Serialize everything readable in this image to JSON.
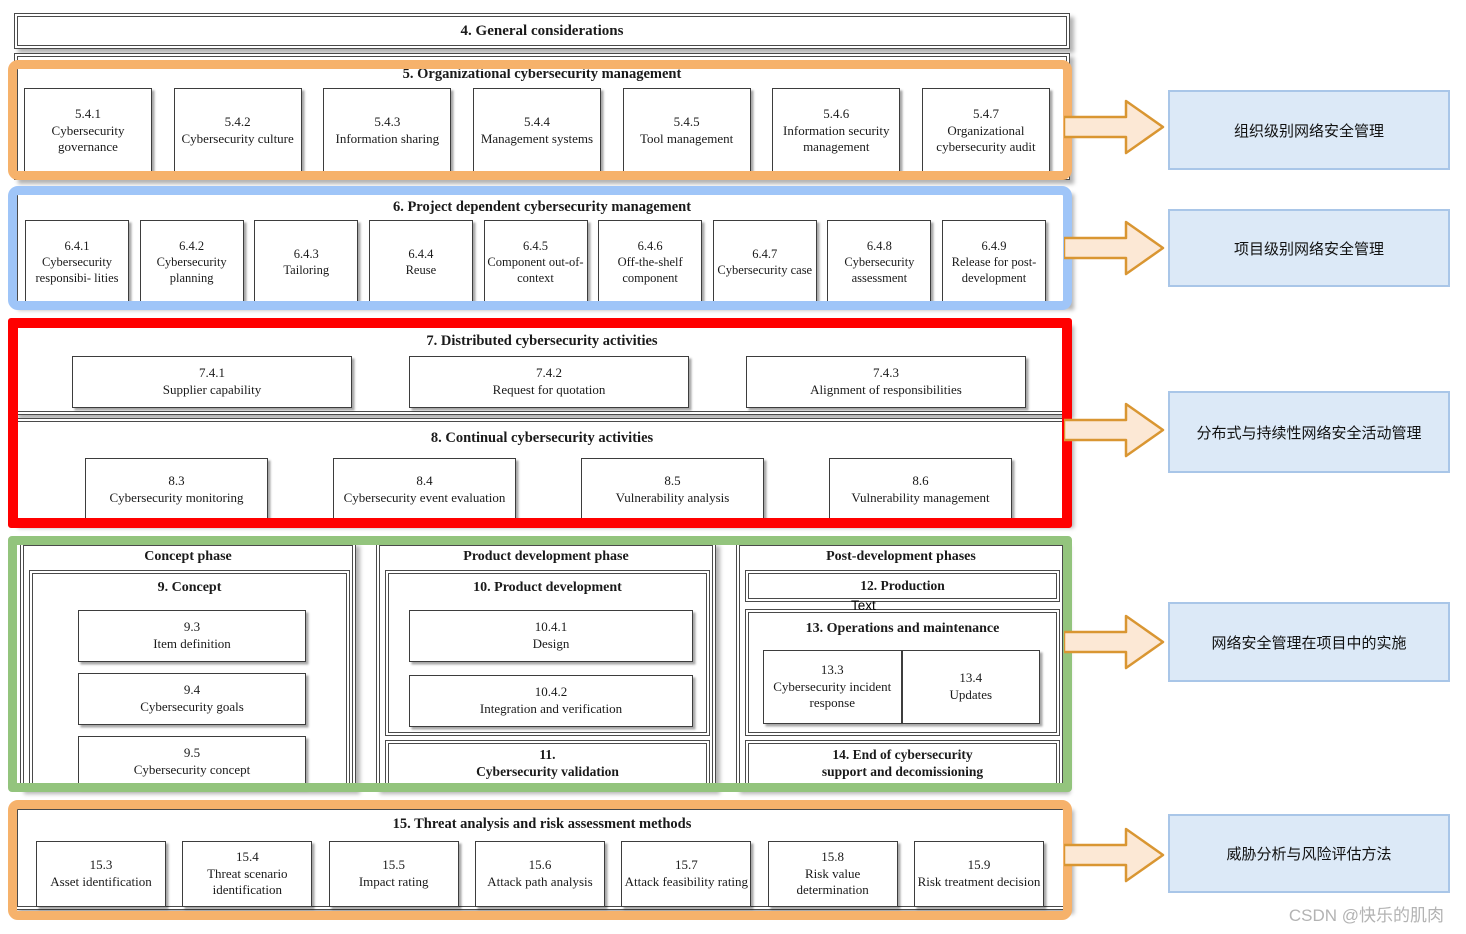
{
  "general_title": "4. General considerations",
  "org": {
    "title": "5. Organizational cybersecurity management",
    "items": [
      {
        "num": "5.4.1",
        "label": "Cybersecurity governance"
      },
      {
        "num": "5.4.2",
        "label": "Cybersecurity culture"
      },
      {
        "num": "5.4.3",
        "label": "Information sharing"
      },
      {
        "num": "5.4.4",
        "label": "Management systems"
      },
      {
        "num": "5.4.5",
        "label": "Tool management"
      },
      {
        "num": "5.4.6",
        "label": "Information security management"
      },
      {
        "num": "5.4.7",
        "label": "Organizational cybersecurity audit"
      }
    ]
  },
  "project": {
    "title": "6. Project dependent cybersecurity management",
    "items": [
      {
        "num": "6.4.1",
        "label": "Cybersecurity responsibi- lities"
      },
      {
        "num": "6.4.2",
        "label": "Cybersecurity planning"
      },
      {
        "num": "6.4.3",
        "label": "Tailoring"
      },
      {
        "num": "6.4.4",
        "label": "Reuse"
      },
      {
        "num": "6.4.5",
        "label": "Component out-of-context"
      },
      {
        "num": "6.4.6",
        "label": "Off-the-shelf component"
      },
      {
        "num": "6.4.7",
        "label": "Cybersecurity case"
      },
      {
        "num": "6.4.8",
        "label": "Cybersecurity assessment"
      },
      {
        "num": "6.4.9",
        "label": "Release for post- development"
      }
    ]
  },
  "distributed": {
    "title": "7. Distributed cybersecurity activities",
    "items": [
      {
        "num": "7.4.1",
        "label": "Supplier capability"
      },
      {
        "num": "7.4.2",
        "label": "Request for quotation"
      },
      {
        "num": "7.4.3",
        "label": "Alignment of responsibilities"
      }
    ]
  },
  "continual": {
    "title": "8. Continual cybersecurity activities",
    "items": [
      {
        "num": "8.3",
        "label": "Cybersecurity monitoring"
      },
      {
        "num": "8.4",
        "label": "Cybersecurity event evaluation"
      },
      {
        "num": "8.5",
        "label": "Vulnerability analysis"
      },
      {
        "num": "8.6",
        "label": "Vulnerability management"
      }
    ]
  },
  "concept": {
    "phase": "Concept phase",
    "title": "9. Concept",
    "items": [
      {
        "num": "9.3",
        "label": "Item definition"
      },
      {
        "num": "9.4",
        "label": "Cybersecurity goals"
      },
      {
        "num": "9.5",
        "label": "Cybersecurity concept"
      }
    ]
  },
  "product": {
    "phase": "Product development phase",
    "title": "10. Product development",
    "items": [
      {
        "num": "10.4.1",
        "label": "Design"
      },
      {
        "num": "10.4.2",
        "label": "Integration and verification"
      }
    ],
    "validation": {
      "num": "11.",
      "label": "Cybersecurity validation"
    }
  },
  "post": {
    "phase": "Post-development phases",
    "production": "12. Production",
    "text_artifact": "Text",
    "ops_title": "13. Operations and maintenance",
    "items": [
      {
        "num": "13.3",
        "label": "Cybersecurity incident response"
      },
      {
        "num": "13.4",
        "label": "Updates"
      }
    ],
    "end_line1": "14. End of cybersecurity",
    "end_line2": "support and decomissioning"
  },
  "tara": {
    "title": "15. Threat analysis and risk assessment methods",
    "items": [
      {
        "num": "15.3",
        "label": "Asset identification"
      },
      {
        "num": "15.4",
        "label": "Threat scenario identification"
      },
      {
        "num": "15.5",
        "label": "Impact rating"
      },
      {
        "num": "15.6",
        "label": "Attack path analysis"
      },
      {
        "num": "15.7",
        "label": "Attack feasibility rating"
      },
      {
        "num": "15.8",
        "label": "Risk value determination"
      },
      {
        "num": "15.9",
        "label": "Risk treatment decision"
      }
    ]
  },
  "annotations": [
    {
      "label": "组织级别网络安全管理"
    },
    {
      "label": "项目级别网络安全管理"
    },
    {
      "label": "分布式与持续性网络安全活动管理"
    },
    {
      "label": "网络安全管理在项目中的实施"
    },
    {
      "label": "威胁分析与风险评估方法"
    }
  ],
  "watermark": "CSDN @快乐的肌肉",
  "colors": {
    "org_border": "#F6B26B",
    "project_border": "#9FC5F8",
    "activities_border": "#FF0000",
    "phases_border": "#93C47D",
    "tara_border": "#F6B26B",
    "annotation_fill": "#DCE9F7",
    "annotation_border": "#A9C6E8",
    "arrow_fill": "#FCE8D5",
    "arrow_stroke": "#D99632"
  }
}
